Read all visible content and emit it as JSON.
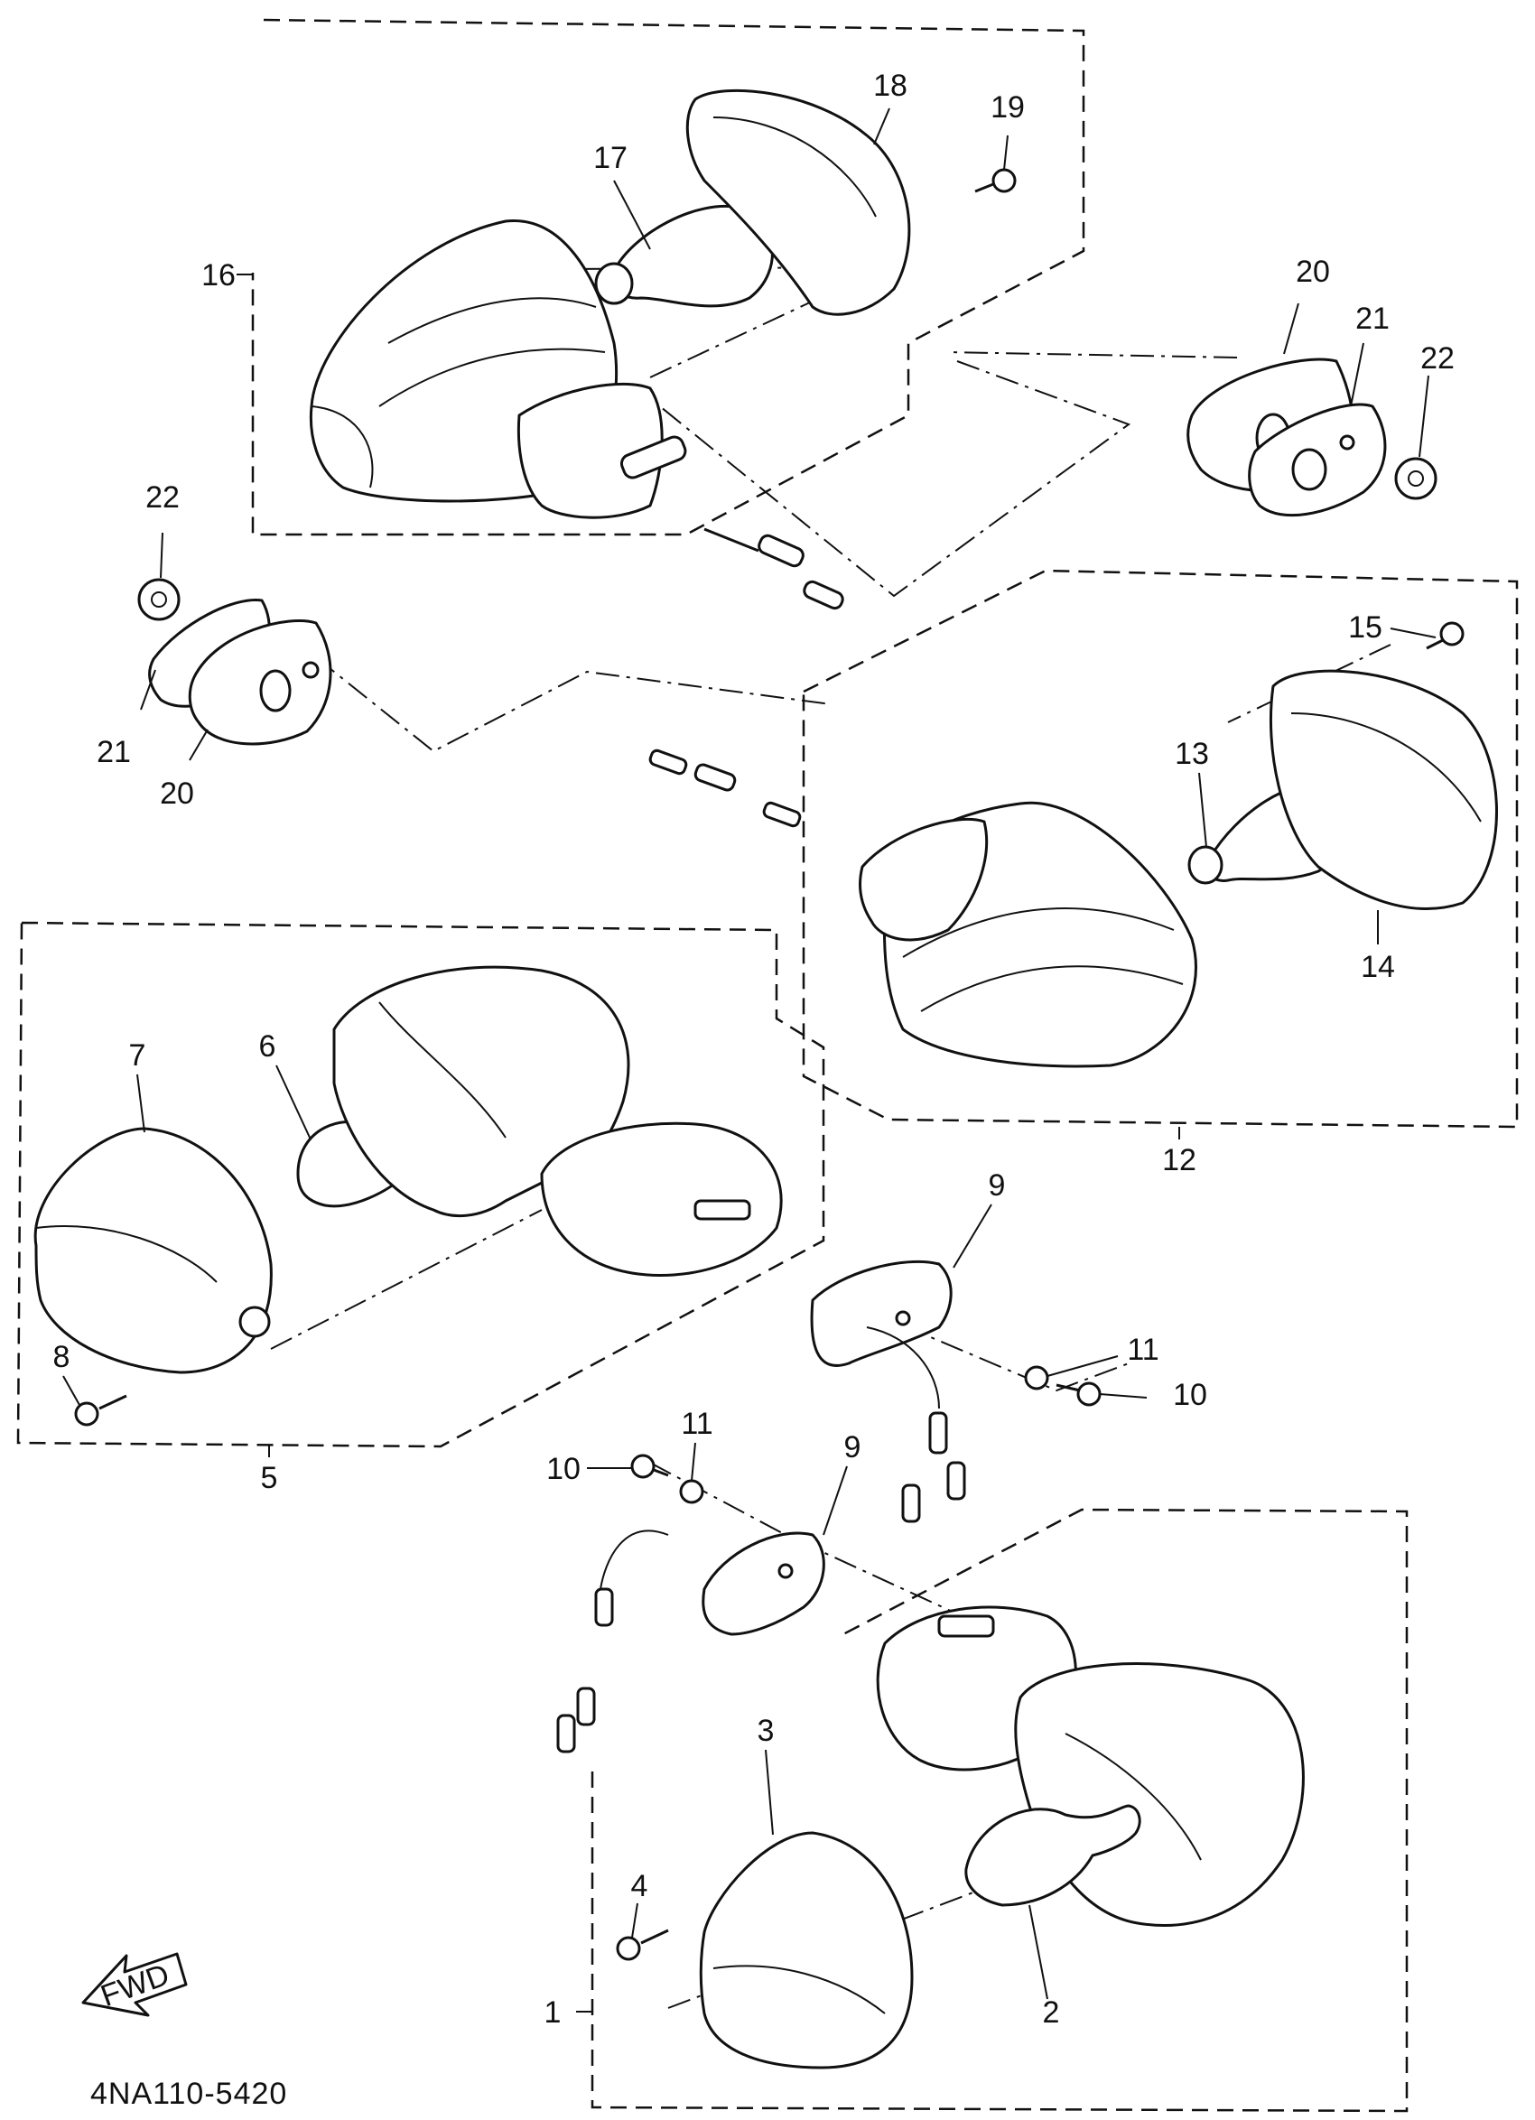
{
  "figure_code": "4NA110-5420",
  "fwd_label": "FWD",
  "callouts": [
    {
      "id": "c1",
      "text": "1"
    },
    {
      "id": "c2",
      "text": "2"
    },
    {
      "id": "c3",
      "text": "3"
    },
    {
      "id": "c4",
      "text": "4"
    },
    {
      "id": "c5",
      "text": "5"
    },
    {
      "id": "c6",
      "text": "6"
    },
    {
      "id": "c7",
      "text": "7"
    },
    {
      "id": "c8",
      "text": "8"
    },
    {
      "id": "c9a",
      "text": "9"
    },
    {
      "id": "c9b",
      "text": "9"
    },
    {
      "id": "c10a",
      "text": "10"
    },
    {
      "id": "c10b",
      "text": "10"
    },
    {
      "id": "c11a",
      "text": "11"
    },
    {
      "id": "c11b",
      "text": "11"
    },
    {
      "id": "c12",
      "text": "12"
    },
    {
      "id": "c13",
      "text": "13"
    },
    {
      "id": "c14",
      "text": "14"
    },
    {
      "id": "c15",
      "text": "15"
    },
    {
      "id": "c16",
      "text": "16"
    },
    {
      "id": "c17",
      "text": "17"
    },
    {
      "id": "c18",
      "text": "18"
    },
    {
      "id": "c19",
      "text": "19"
    },
    {
      "id": "c20a",
      "text": "20"
    },
    {
      "id": "c20b",
      "text": "20"
    },
    {
      "id": "c21a",
      "text": "21"
    },
    {
      "id": "c21b",
      "text": "21"
    },
    {
      "id": "c22a",
      "text": "22"
    },
    {
      "id": "c22b",
      "text": "22"
    }
  ]
}
